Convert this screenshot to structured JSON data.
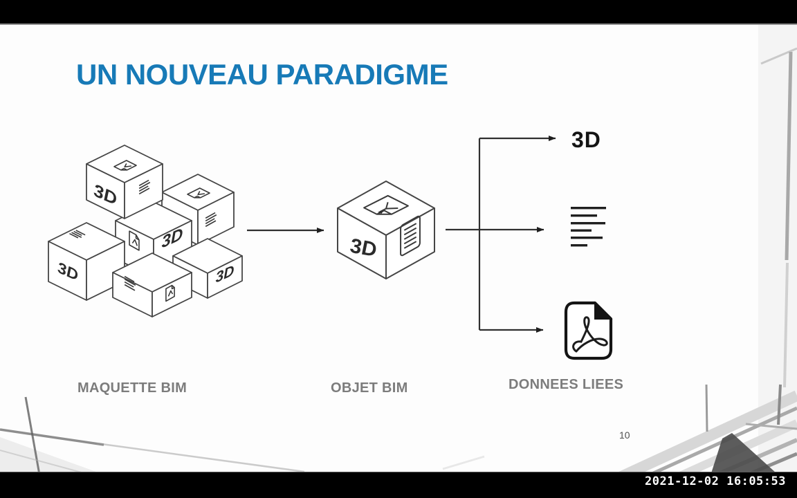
{
  "slide": {
    "title": "UN NOUVEAU PARADIGME",
    "labels": {
      "maquette": "MAQUETTE BIM",
      "objet": "OBJET BIM",
      "donnees": "DONNEES LIEES"
    },
    "cube_label": "3D",
    "target_3d_label": "3D",
    "page_number": "10"
  },
  "video": {
    "timestamp": "2021-12-02 16:05:53"
  },
  "colors": {
    "title_blue": "#177ab7",
    "label_gray": "#7c7c7c",
    "diagram_line": "#2f2f2f",
    "letterbox_black": "#000000",
    "timestamp_white": "#ffffff"
  }
}
